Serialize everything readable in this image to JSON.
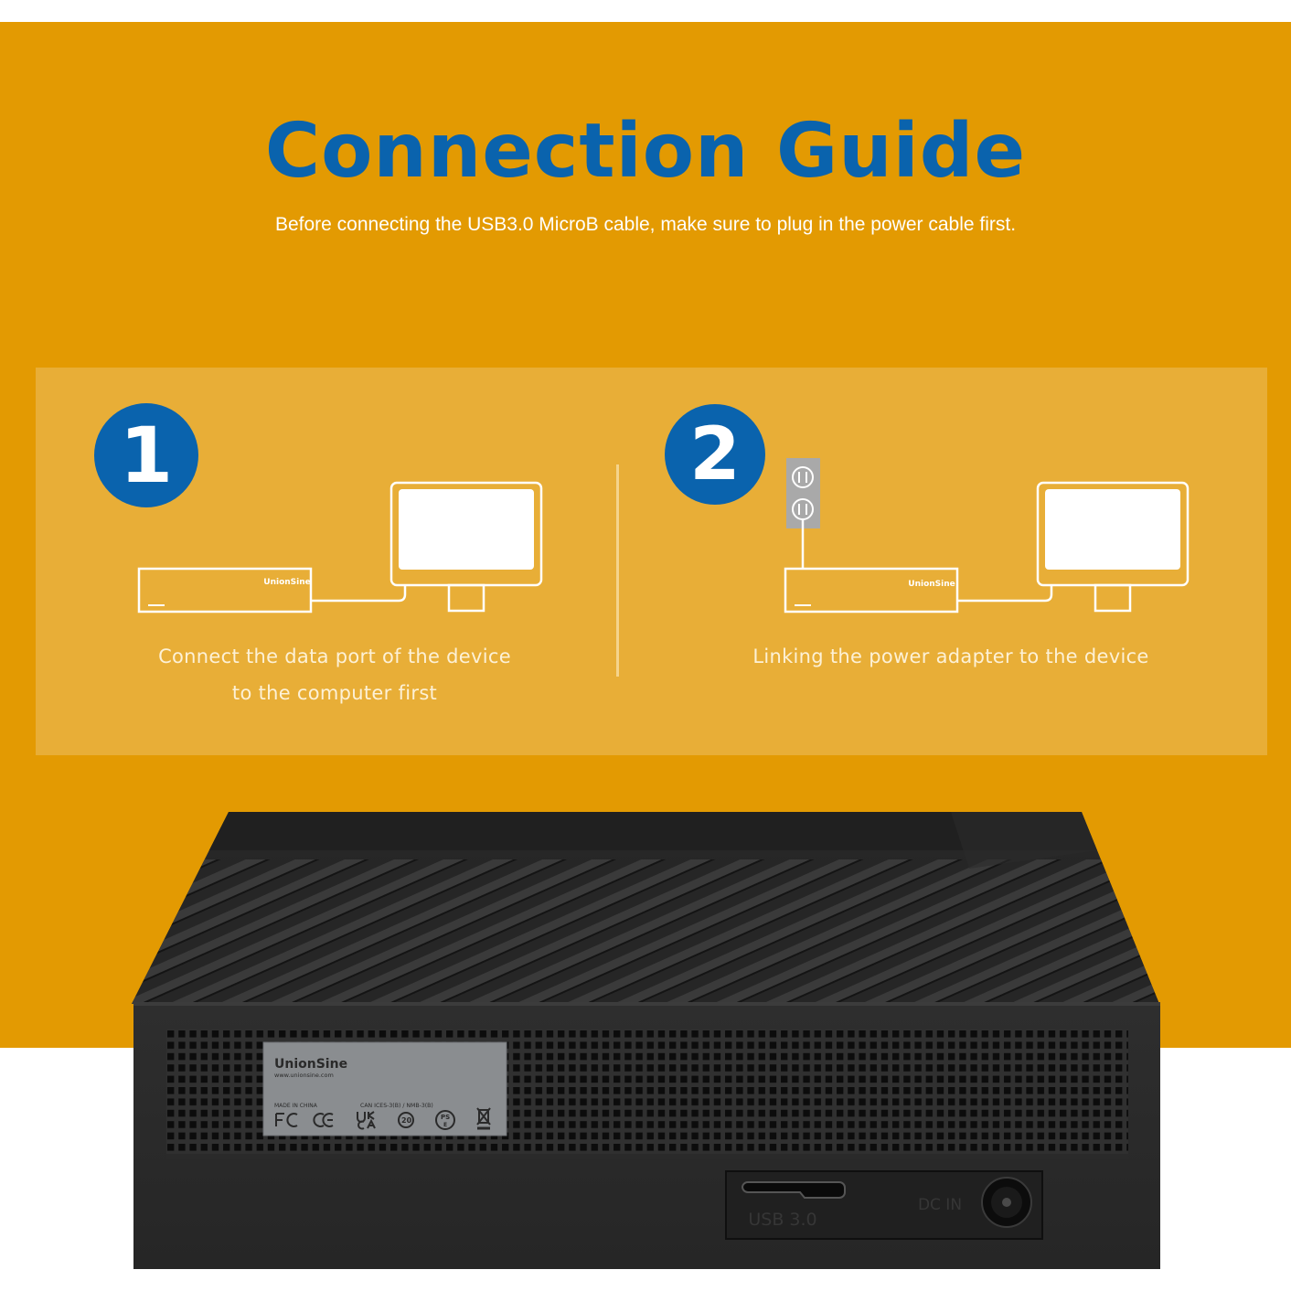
{
  "header": {
    "title": "Connection Guide",
    "subtitle": "Before connecting the USB3.0 MicroB cable, make sure to plug in the power cable first."
  },
  "steps": [
    {
      "number": "1",
      "caption_line1": "Connect the data port of the device",
      "caption_line2": "to the computer first",
      "device_brand": "UnionSine"
    },
    {
      "number": "2",
      "caption_line1": "Linking the power adapter to the device",
      "device_brand": "UnionSine"
    }
  ],
  "device": {
    "label_brand": "UnionSine",
    "label_url": "www.unionsine.com",
    "label_origin": "MADE IN CHINA",
    "label_compliance": "CAN ICES-3(B) / NMB-3(B)",
    "port_usb": "USB 3.0",
    "port_dc": "DC IN"
  },
  "colors": {
    "orange": "#e39a02",
    "panel": "#e8ae37",
    "title_blue": "#0a63ad",
    "device_body": "#2b2b2b"
  }
}
